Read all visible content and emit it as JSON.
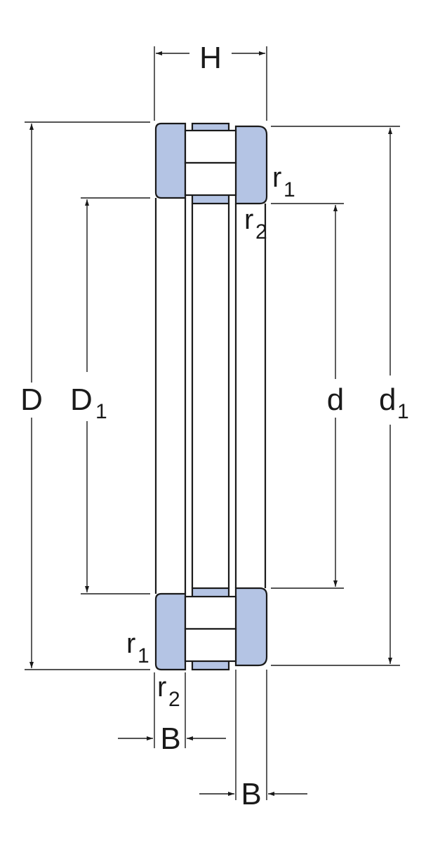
{
  "colors": {
    "fill_ring": "#b4c4e4",
    "fill_cage": "#b4c4e4",
    "fill_roller": "#ffffff",
    "line": "#1a1a1a",
    "background": "#ffffff"
  },
  "labels": {
    "H": "H",
    "D": "D",
    "D1_main": "D",
    "D1_sub": "1",
    "d": "d",
    "d1_main": "d",
    "d1_sub": "1",
    "r1_top_main": "r",
    "r1_top_sub": "1",
    "r2_top_main": "r",
    "r2_top_sub": "2",
    "r1_bottom_main": "r",
    "r1_bottom_sub": "1",
    "r2_bottom_main": "r",
    "r2_bottom_sub": "2",
    "B_left": "B",
    "B_right": "B"
  }
}
